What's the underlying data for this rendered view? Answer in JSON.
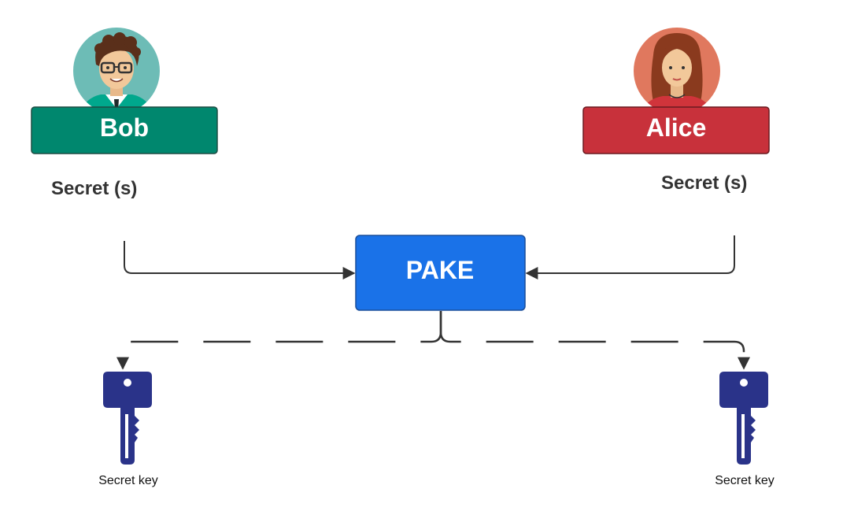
{
  "bob": {
    "name": "Bob",
    "secret": "Secret (s)",
    "box_color": "#00876e",
    "avatar_bg": "#6dbcb6"
  },
  "alice": {
    "name": "Alice",
    "secret": "Secret (s)",
    "box_color": "#c8313b",
    "avatar_bg": "#e0785e"
  },
  "pake": {
    "label": "PAKE",
    "color": "#1a72e8"
  },
  "keys": {
    "left_label": "Secret key",
    "right_label": "Secret key",
    "color": "#2a3389"
  },
  "icons": [
    "bob-avatar-icon",
    "alice-avatar-icon",
    "key-icon",
    "arrow-icon"
  ]
}
